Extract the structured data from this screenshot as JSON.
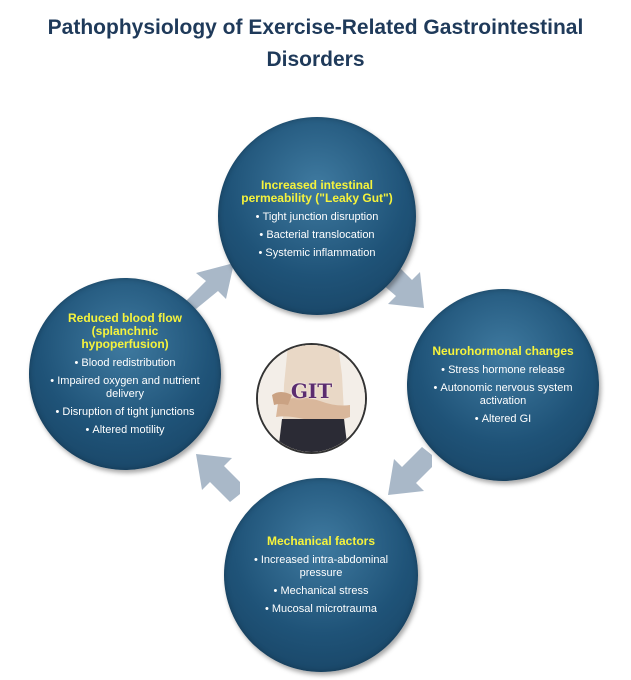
{
  "title": {
    "line1": "Pathophysiology of Exercise-Related Gastrointestinal",
    "line2": "Disorders"
  },
  "nodes": {
    "top": {
      "heading": "Increased intestinal permeability (\"Leaky Gut\")",
      "items": [
        "Tight junction disruption",
        "Bacterial translocation",
        "Systemic inflammation"
      ]
    },
    "right": {
      "heading": "Neurohormonal changes",
      "items": [
        "Stress hormone release",
        "Autonomic nervous system activation",
        "Altered GI"
      ]
    },
    "bottom": {
      "heading": "Mechanical factors",
      "items": [
        "Increased intra-abdominal pressure",
        "Mechanical stress",
        "Mucosal microtrauma"
      ]
    },
    "left": {
      "heading": "Reduced blood flow (splanchnic hypoperfusion)",
      "items": [
        "Blood redistribution",
        "Impaired oxygen and nutrient delivery",
        "Disruption of tight junctions",
        "Altered motility"
      ]
    }
  },
  "center": {
    "label": "GIT"
  },
  "colors": {
    "title": "#1f3a5a",
    "circle": "#1f5378",
    "heading": "#f6f33c",
    "arrow": "#a9b8c8"
  }
}
